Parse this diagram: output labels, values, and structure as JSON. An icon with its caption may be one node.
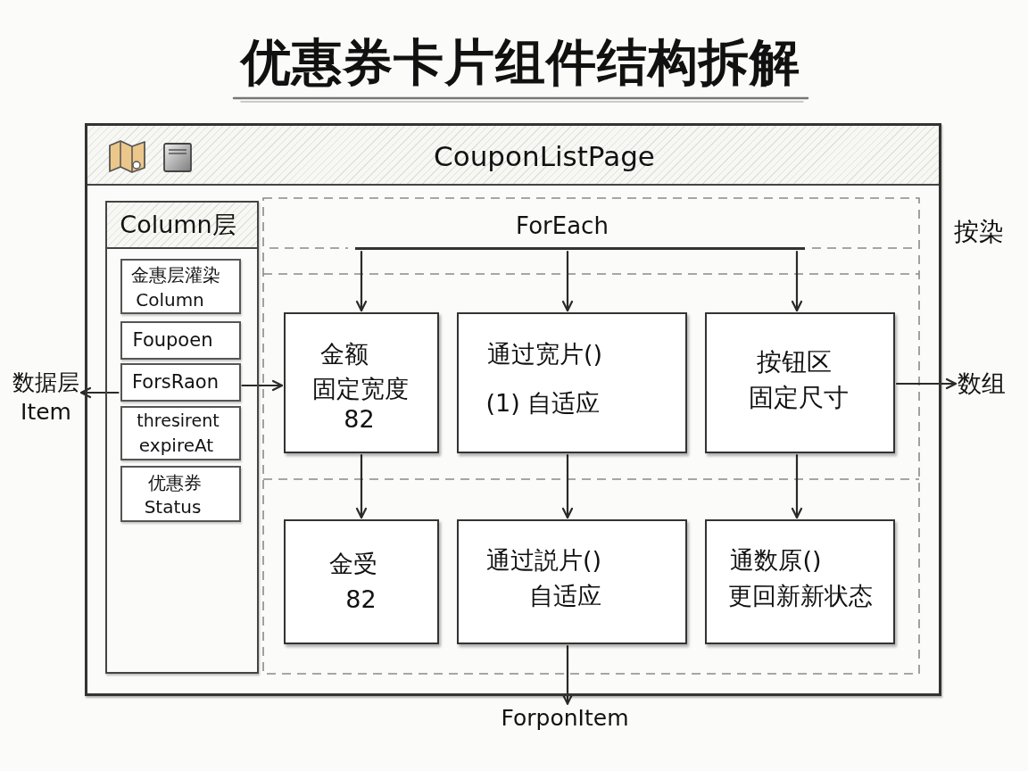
{
  "diagram": {
    "title": "优惠券卡片组件结构拆解",
    "nodes": [
      {
        "text": [
          "CouponListPage"
        ]
      },
      {
        "text": [
          "Column层"
        ],
        "in": 0
      },
      {
        "text": [
          "金惠层灌染",
          "Column"
        ],
        "in": 1
      },
      {
        "text": [
          "Foupoen"
        ],
        "in": 1
      },
      {
        "text": [
          "ForsRaon"
        ],
        "in": 1
      },
      {
        "text": [
          "thresirent",
          "expireAt"
        ],
        "in": 1
      },
      {
        "text": [
          "优惠券",
          "Status"
        ],
        "in": 1
      },
      {
        "text": [
          "ForEach"
        ],
        "in": 0
      },
      {
        "text": [
          "金额",
          "固定宽度",
          "82"
        ],
        "in": 0
      },
      {
        "text": [
          "通过宽片()",
          "(1) 自适应"
        ],
        "in": 0
      },
      {
        "text": [
          "按钮区",
          "固定尺寸"
        ],
        "in": 0
      },
      {
        "text": [
          "金受",
          "82"
        ],
        "in": 0
      },
      {
        "text": [
          "通过説片()",
          "自适应"
        ],
        "in": 0
      },
      {
        "text": [
          "通数原()",
          "更回新新状态"
        ],
        "in": 0
      },
      {
        "text": [
          "数据层",
          "Item"
        ]
      },
      {
        "text": [
          "数组"
        ]
      },
      {
        "text": [
          "ForponItem"
        ]
      }
    ],
    "edges": [
      {
        "from": 7,
        "to": 8,
        "arrow": "to"
      },
      {
        "from": 7,
        "to": 9,
        "arrow": "to"
      },
      {
        "from": 7,
        "to": 10,
        "arrow": "to"
      },
      {
        "from": 4,
        "to": 14,
        "arrow": "to"
      },
      {
        "from": 4,
        "to": 8,
        "arrow": "to"
      },
      {
        "from": 10,
        "to": 15,
        "arrow": "to"
      },
      {
        "from": 8,
        "to": 11,
        "arrow": "to"
      },
      {
        "from": 9,
        "to": 12,
        "arrow": "to"
      },
      {
        "from": 10,
        "to": 13,
        "arrow": "to"
      },
      {
        "from": 12,
        "to": 16,
        "arrow": "to"
      }
    ],
    "labels": [
      "按染"
    ]
  }
}
